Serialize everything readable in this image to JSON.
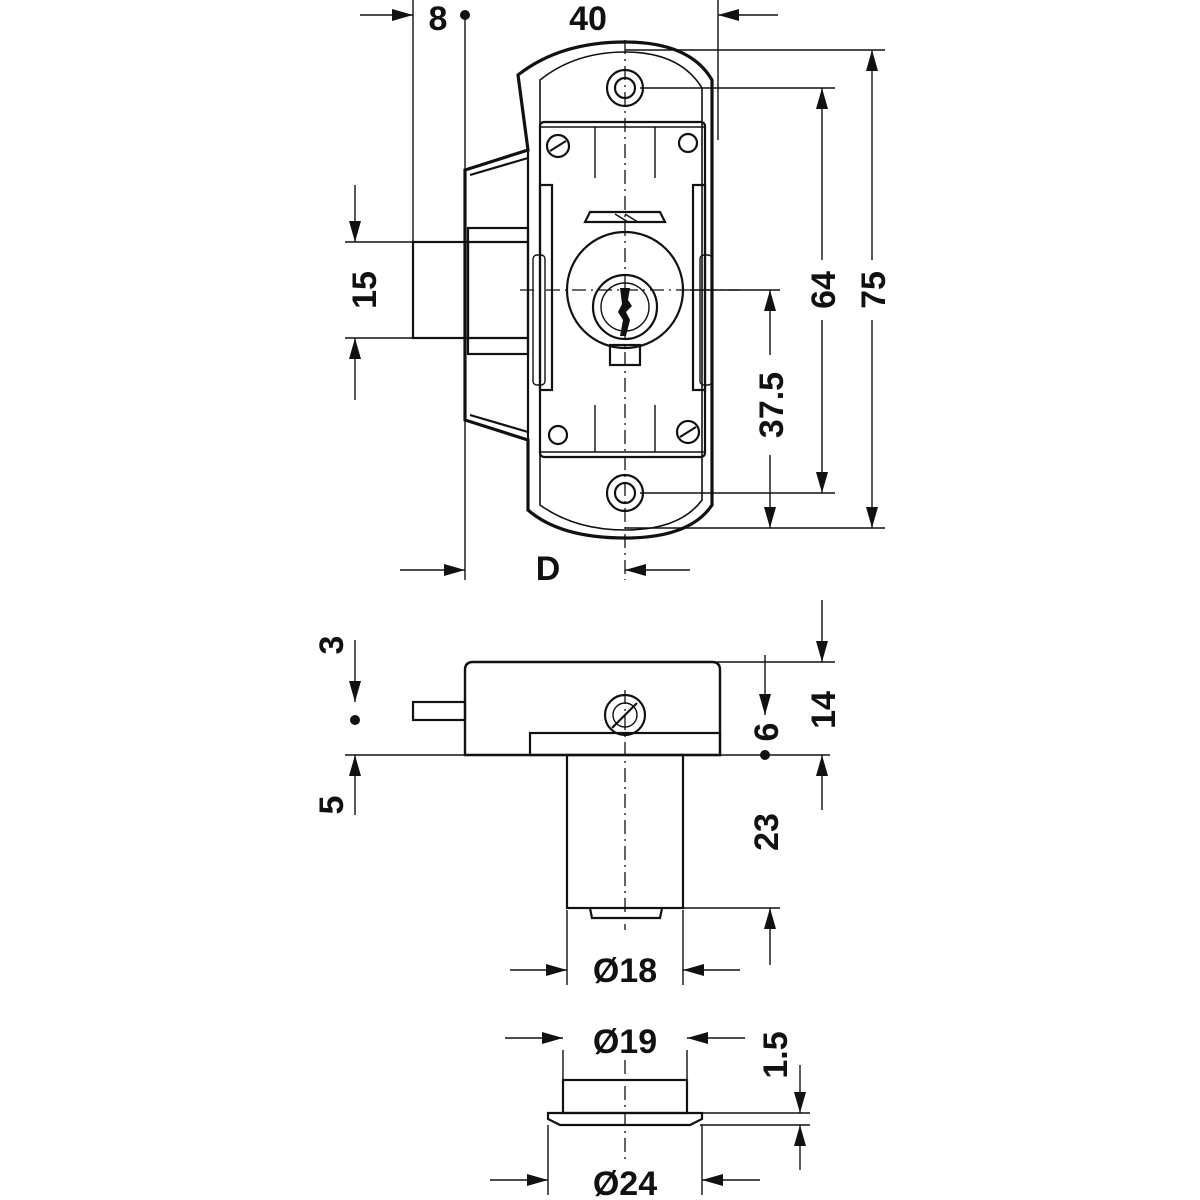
{
  "colors": {
    "ink": "#111111",
    "background": "#ffffff"
  },
  "front_view": {
    "labels": {
      "backset": "8",
      "width": "40",
      "bolt_height": "15",
      "hole_spacing": "64",
      "total_height": "75",
      "key_center": "37.5",
      "depth": "D"
    }
  },
  "side_view": {
    "labels": {
      "bolt_top": "3",
      "bolt_bottom": "5",
      "body_height": "14",
      "cam_center": "6",
      "cylinder_length": "23",
      "cylinder_diameter": "Ø18"
    }
  },
  "rose_view": {
    "labels": {
      "inner_diameter": "Ø19",
      "flange_thickness": "1.5",
      "outer_diameter": "Ø24"
    }
  }
}
